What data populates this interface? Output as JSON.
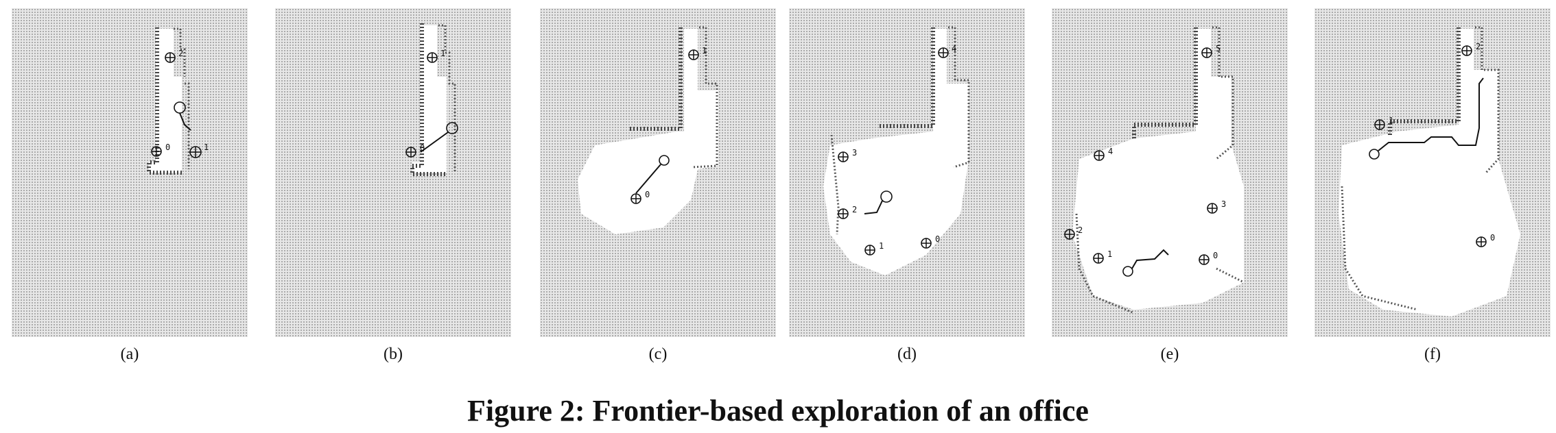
{
  "figure": {
    "caption": "Figure 2: Frontier-based exploration of an office",
    "panels": [
      {
        "label": "(a)",
        "frontier_labels": [
          "2",
          "0",
          "1"
        ]
      },
      {
        "label": "(b)",
        "frontier_labels": [
          "1",
          "0"
        ]
      },
      {
        "label": "(c)",
        "frontier_labels": [
          "1",
          "0"
        ]
      },
      {
        "label": "(d)",
        "frontier_labels": [
          "4",
          "3",
          "2",
          "1",
          "0"
        ]
      },
      {
        "label": "(e)",
        "frontier_labels": [
          "5",
          "4",
          "3",
          "2",
          "1",
          "0"
        ]
      },
      {
        "label": "(f)",
        "frontier_labels": [
          "2",
          "1",
          "0"
        ]
      }
    ]
  }
}
